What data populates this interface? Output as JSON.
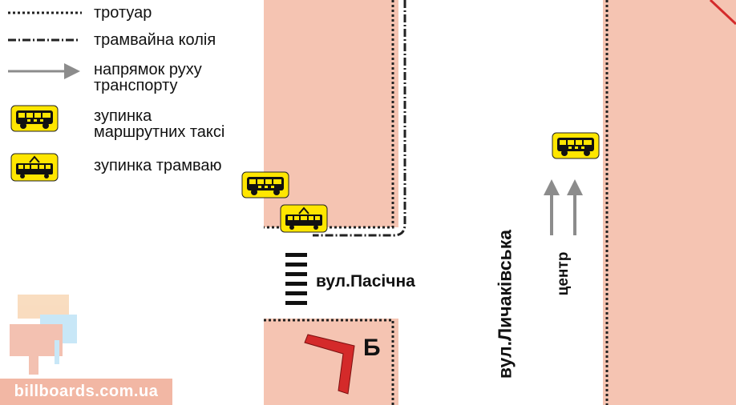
{
  "legend": {
    "sidewalk": "тротуар",
    "tram_track": "трамвайна колія",
    "traffic_direction_1": "напрямок руху",
    "traffic_direction_2": "транспорту",
    "minibus_stop_1": "зупинка",
    "minibus_stop_2": "маршрутних таксі",
    "tram_stop": "зупинка трамваю"
  },
  "streets": {
    "pasichna": "вул.Пасічна",
    "lychakivska": "вул.Личаківська",
    "center": "центр"
  },
  "marker": {
    "letter": "Б"
  },
  "watermark": {
    "text": "billboards.com.ua"
  },
  "colors": {
    "block": "#f5c4b2",
    "stop_sign": "#ffe600",
    "billboard": "#d42a2a",
    "arrow": "#8c8c8c"
  }
}
